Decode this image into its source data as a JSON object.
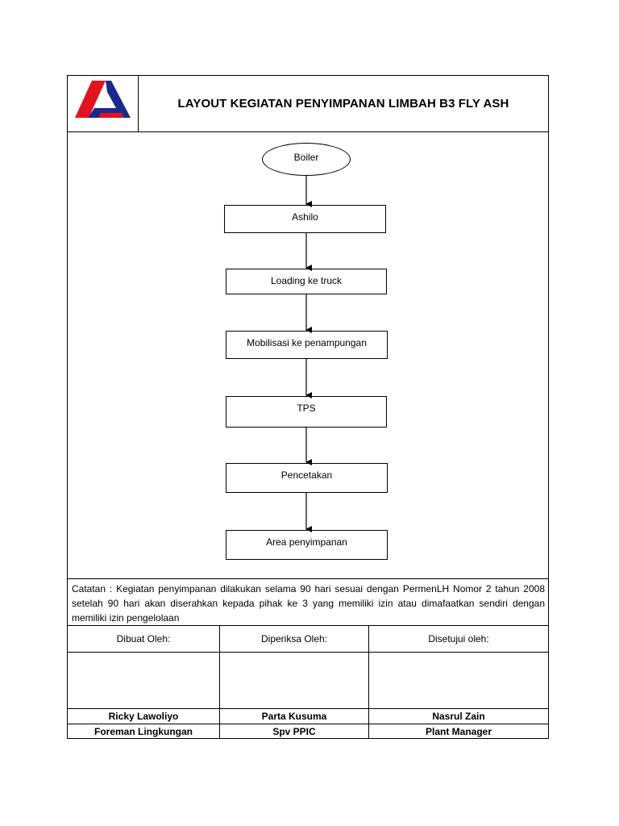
{
  "header": {
    "title": "LAYOUT KEGIATAN PENYIMPANAN LIMBAH B3 FLY ASH",
    "logo": {
      "icon": "company-logo-triangle",
      "colors": {
        "red": "#e0141e",
        "blue": "#1a2a8c"
      }
    }
  },
  "flow": {
    "start": "Boiler",
    "steps": [
      "Ashilo",
      "Loading ke truck",
      "Mobilisasi ke penampungan",
      "TPS",
      "Pencetakan",
      "Area penyimpanan"
    ]
  },
  "note": "Catatan : Kegiatan penyimpanan dilakukan selama 90 hari sesuai dengan PermenLH Nomor 2 tahun 2008 setelah 90 hari akan diserahkan kepada pihak ke 3 yang memiliki izin atau dimafaatkan sendiri dengan memiliki izin pengelolaan",
  "signatures": [
    {
      "header": "Dibuat Oleh:",
      "name": "Ricky Lawoliyo",
      "role": "Foreman Lingkungan"
    },
    {
      "header": "Diperiksa Oleh:",
      "name": "Parta Kusuma",
      "role": "Spv PPIC"
    },
    {
      "header": "Disetujui oleh:",
      "name": "Nasrul Zain",
      "role": "Plant Manager"
    }
  ]
}
